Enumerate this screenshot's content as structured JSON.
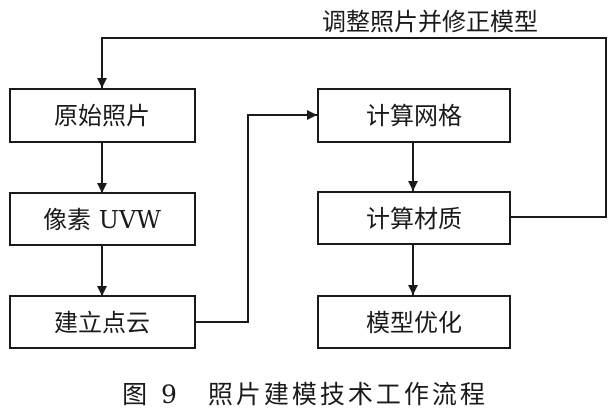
{
  "diagram": {
    "nodes": [
      {
        "id": "original-photos",
        "label": "原始照片"
      },
      {
        "id": "pixel-uvw",
        "label": "像素 UVW"
      },
      {
        "id": "build-point-cloud",
        "label": "建立点云"
      },
      {
        "id": "compute-mesh",
        "label": "计算网格"
      },
      {
        "id": "compute-material",
        "label": "计算材质"
      },
      {
        "id": "model-optimize",
        "label": "模型优化"
      }
    ],
    "edges": [
      {
        "from": "original-photos",
        "to": "pixel-uvw"
      },
      {
        "from": "pixel-uvw",
        "to": "build-point-cloud"
      },
      {
        "from": "build-point-cloud",
        "to": "compute-mesh"
      },
      {
        "from": "compute-mesh",
        "to": "compute-material"
      },
      {
        "from": "compute-material",
        "to": "model-optimize"
      },
      {
        "from": "compute-material",
        "to": "original-photos",
        "label": "调整照片并修正模型"
      }
    ],
    "caption": "图 9　照片建模技术工作流程"
  }
}
